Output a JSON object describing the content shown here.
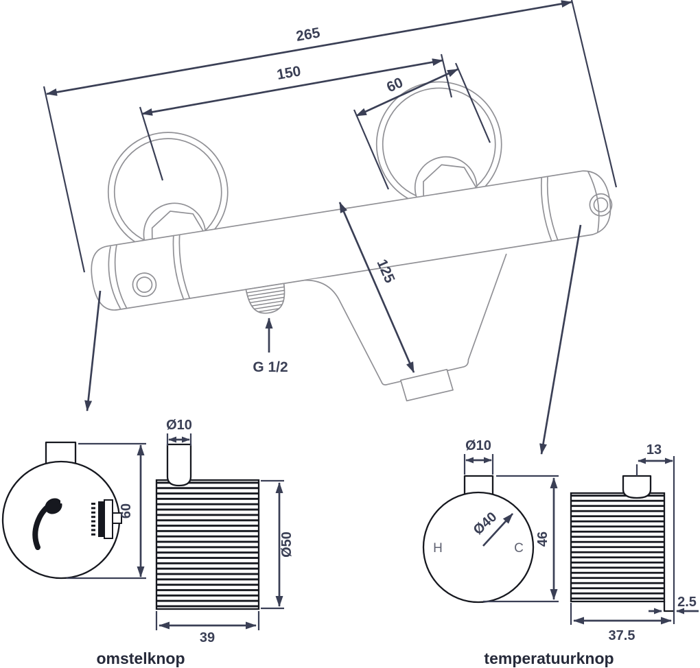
{
  "colors": {
    "dimension": "#3a3f55",
    "product_outline": "#909095",
    "detail_outline": "#16181f",
    "label_text": "#262a3a",
    "hc_text": "#5f6271",
    "background": "#ffffff"
  },
  "main_view": {
    "dim_overall_width": "265",
    "dim_center_distance": "150",
    "dim_escutcheon_diameter": "60",
    "dim_spout_length": "125",
    "thread_label": "G 1/2"
  },
  "diverter_detail": {
    "label": "omstelknop",
    "dim_stem_diameter": "Ø10",
    "dim_height": "60",
    "dim_knob_diameter": "Ø50",
    "dim_depth": "39"
  },
  "temperature_detail": {
    "label": "temperatuurknop",
    "dim_stem_diameter": "Ø10",
    "dim_face_diameter": "Ø40",
    "dim_height": "46",
    "dim_stem_offset": "13",
    "dim_depth": "37.5",
    "dim_rim": "2.5",
    "hot_label": "H",
    "cold_label": "C"
  }
}
